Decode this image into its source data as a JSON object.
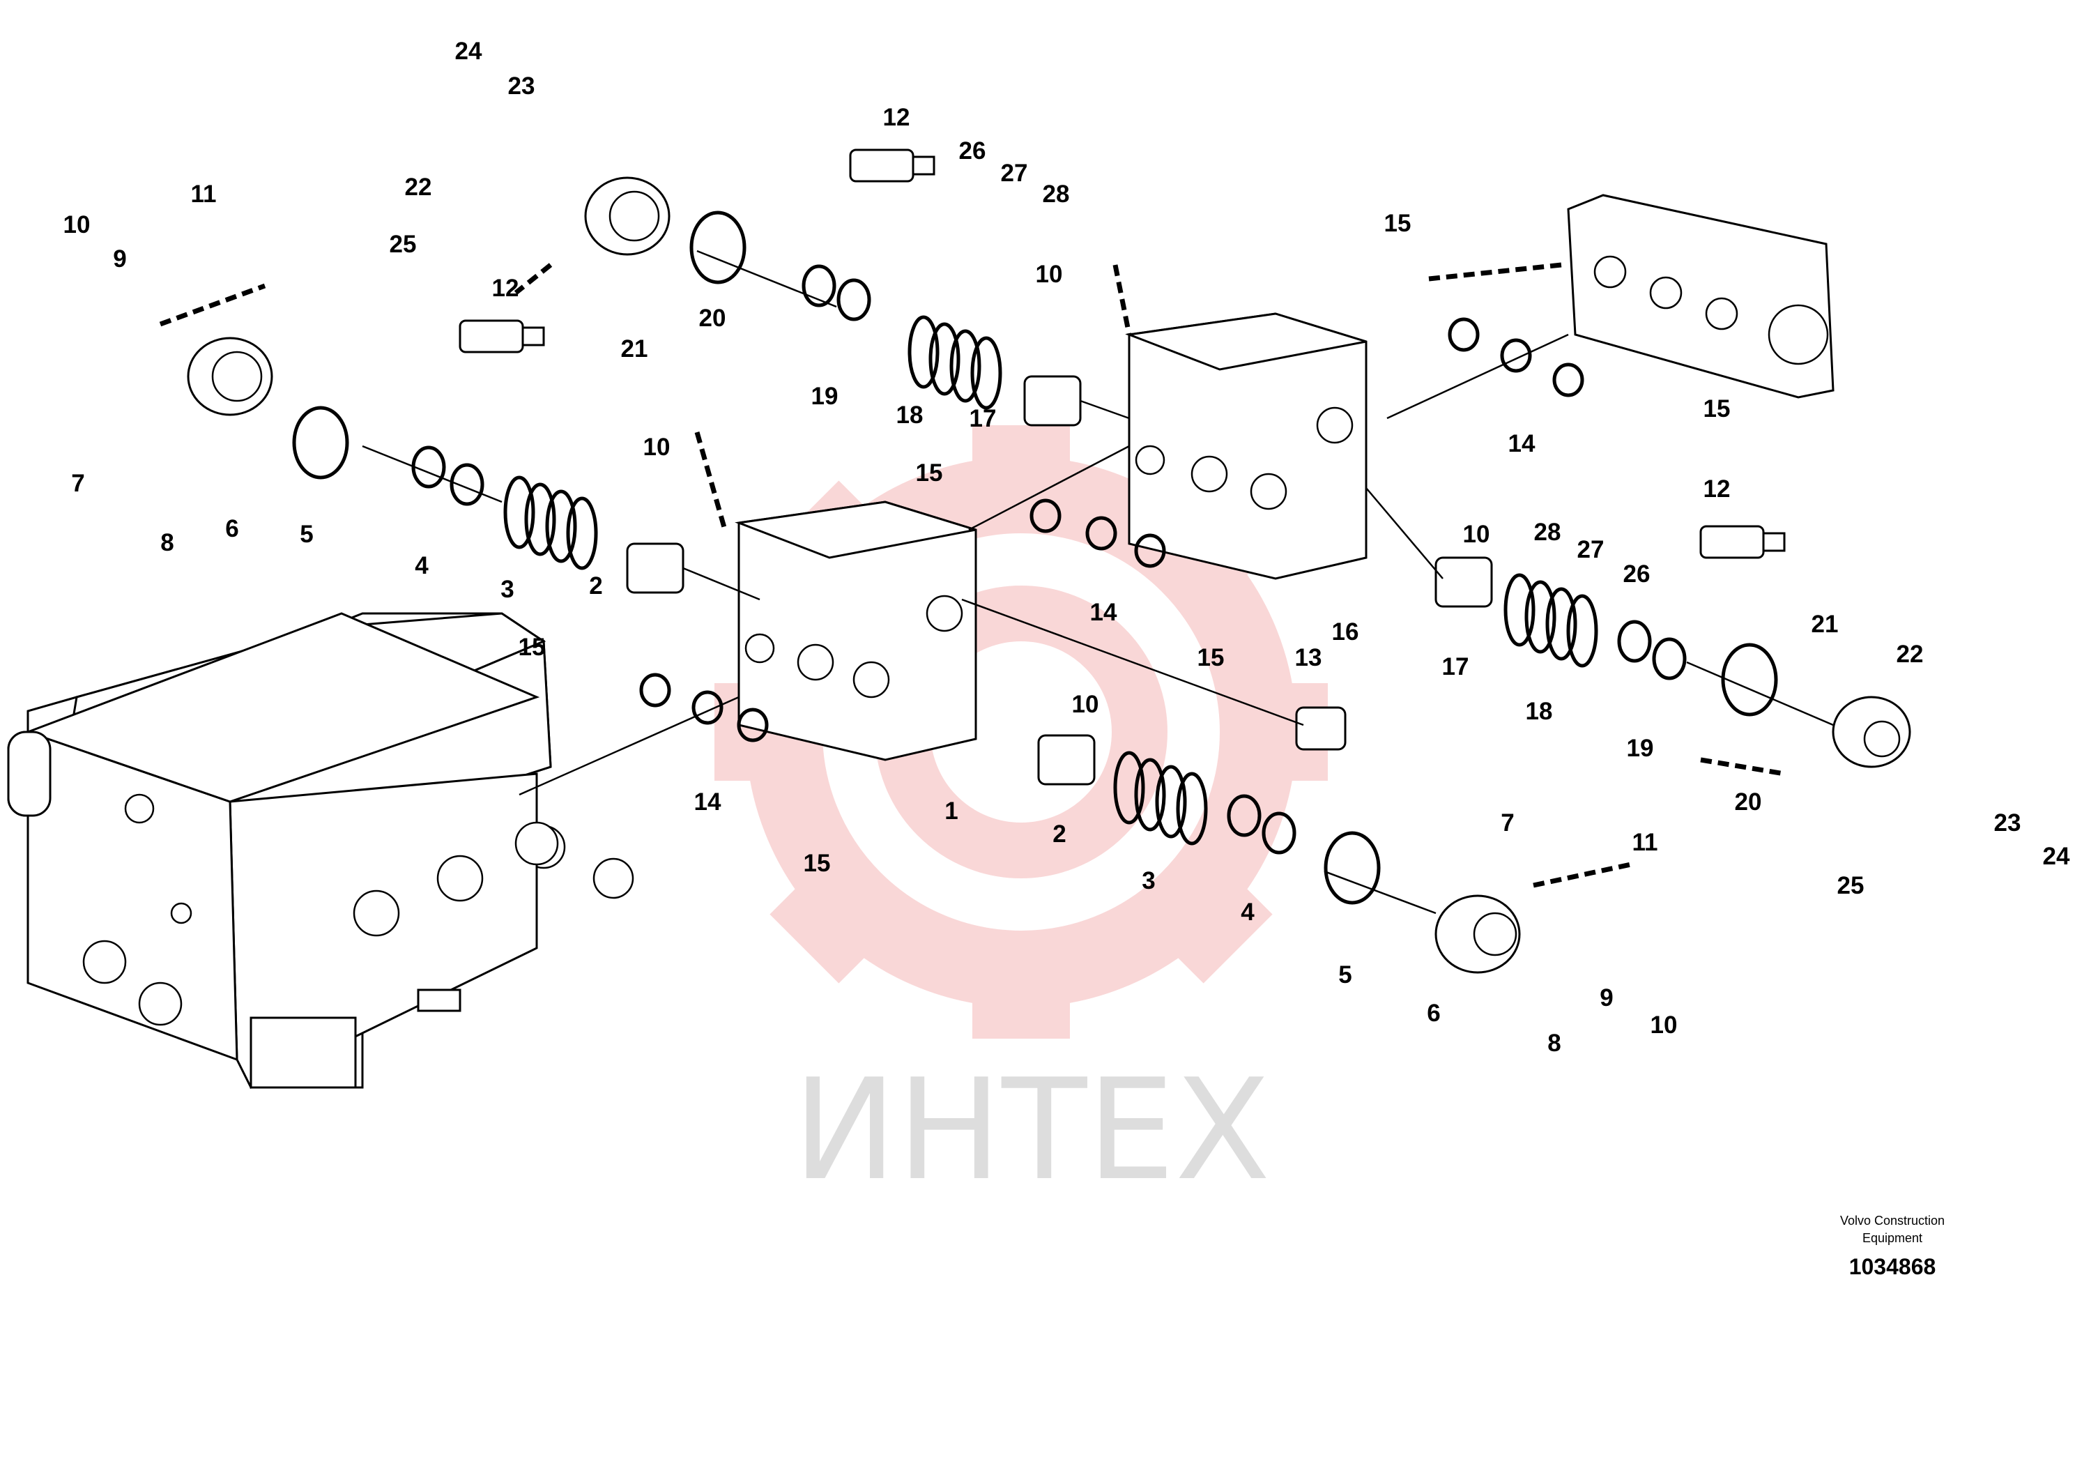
{
  "diagram": {
    "callouts": [
      {
        "id": "c1",
        "text": "1"
      },
      {
        "id": "c2a",
        "text": "2"
      },
      {
        "id": "c2b",
        "text": "2"
      },
      {
        "id": "c3a",
        "text": "3"
      },
      {
        "id": "c3b",
        "text": "3"
      },
      {
        "id": "c4a",
        "text": "4"
      },
      {
        "id": "c4b",
        "text": "4"
      },
      {
        "id": "c5a",
        "text": "5"
      },
      {
        "id": "c5b",
        "text": "5"
      },
      {
        "id": "c6a",
        "text": "6"
      },
      {
        "id": "c6b",
        "text": "6"
      },
      {
        "id": "c7a",
        "text": "7"
      },
      {
        "id": "c7b",
        "text": "7"
      },
      {
        "id": "c8a",
        "text": "8"
      },
      {
        "id": "c8b",
        "text": "8"
      },
      {
        "id": "c9a",
        "text": "9"
      },
      {
        "id": "c9b",
        "text": "9"
      },
      {
        "id": "c10a",
        "text": "10"
      },
      {
        "id": "c10b",
        "text": "10"
      },
      {
        "id": "c10c",
        "text": "10"
      },
      {
        "id": "c10d",
        "text": "10"
      },
      {
        "id": "c10e",
        "text": "10"
      },
      {
        "id": "c10f",
        "text": "10"
      },
      {
        "id": "c11a",
        "text": "11"
      },
      {
        "id": "c11b",
        "text": "11"
      },
      {
        "id": "c12a",
        "text": "12"
      },
      {
        "id": "c12b",
        "text": "12"
      },
      {
        "id": "c12c",
        "text": "12"
      },
      {
        "id": "c13",
        "text": "13"
      },
      {
        "id": "c14a",
        "text": "14"
      },
      {
        "id": "c14b",
        "text": "14"
      },
      {
        "id": "c14c",
        "text": "14"
      },
      {
        "id": "c15a",
        "text": "15"
      },
      {
        "id": "c15b",
        "text": "15"
      },
      {
        "id": "c15c",
        "text": "15"
      },
      {
        "id": "c15d",
        "text": "15"
      },
      {
        "id": "c15e",
        "text": "15"
      },
      {
        "id": "c15f",
        "text": "15"
      },
      {
        "id": "c16",
        "text": "16"
      },
      {
        "id": "c17a",
        "text": "17"
      },
      {
        "id": "c17b",
        "text": "17"
      },
      {
        "id": "c18a",
        "text": "18"
      },
      {
        "id": "c18b",
        "text": "18"
      },
      {
        "id": "c19a",
        "text": "19"
      },
      {
        "id": "c19b",
        "text": "19"
      },
      {
        "id": "c20a",
        "text": "20"
      },
      {
        "id": "c20b",
        "text": "20"
      },
      {
        "id": "c21a",
        "text": "21"
      },
      {
        "id": "c21b",
        "text": "21"
      },
      {
        "id": "c22a",
        "text": "22"
      },
      {
        "id": "c22b",
        "text": "22"
      },
      {
        "id": "c23a",
        "text": "23"
      },
      {
        "id": "c23b",
        "text": "23"
      },
      {
        "id": "c24a",
        "text": "24"
      },
      {
        "id": "c24b",
        "text": "24"
      },
      {
        "id": "c25a",
        "text": "25"
      },
      {
        "id": "c25b",
        "text": "25"
      },
      {
        "id": "c26a",
        "text": "26"
      },
      {
        "id": "c26b",
        "text": "26"
      },
      {
        "id": "c27a",
        "text": "27"
      },
      {
        "id": "c27b",
        "text": "27"
      },
      {
        "id": "c28a",
        "text": "28"
      },
      {
        "id": "c28b",
        "text": "28"
      }
    ],
    "watermark_text": "ИНТЕХ",
    "watermark_color": "#f5b8b8",
    "manufacturer_line1": "Volvo Construction",
    "manufacturer_line2": "Equipment",
    "drawing_number": "1034868"
  }
}
